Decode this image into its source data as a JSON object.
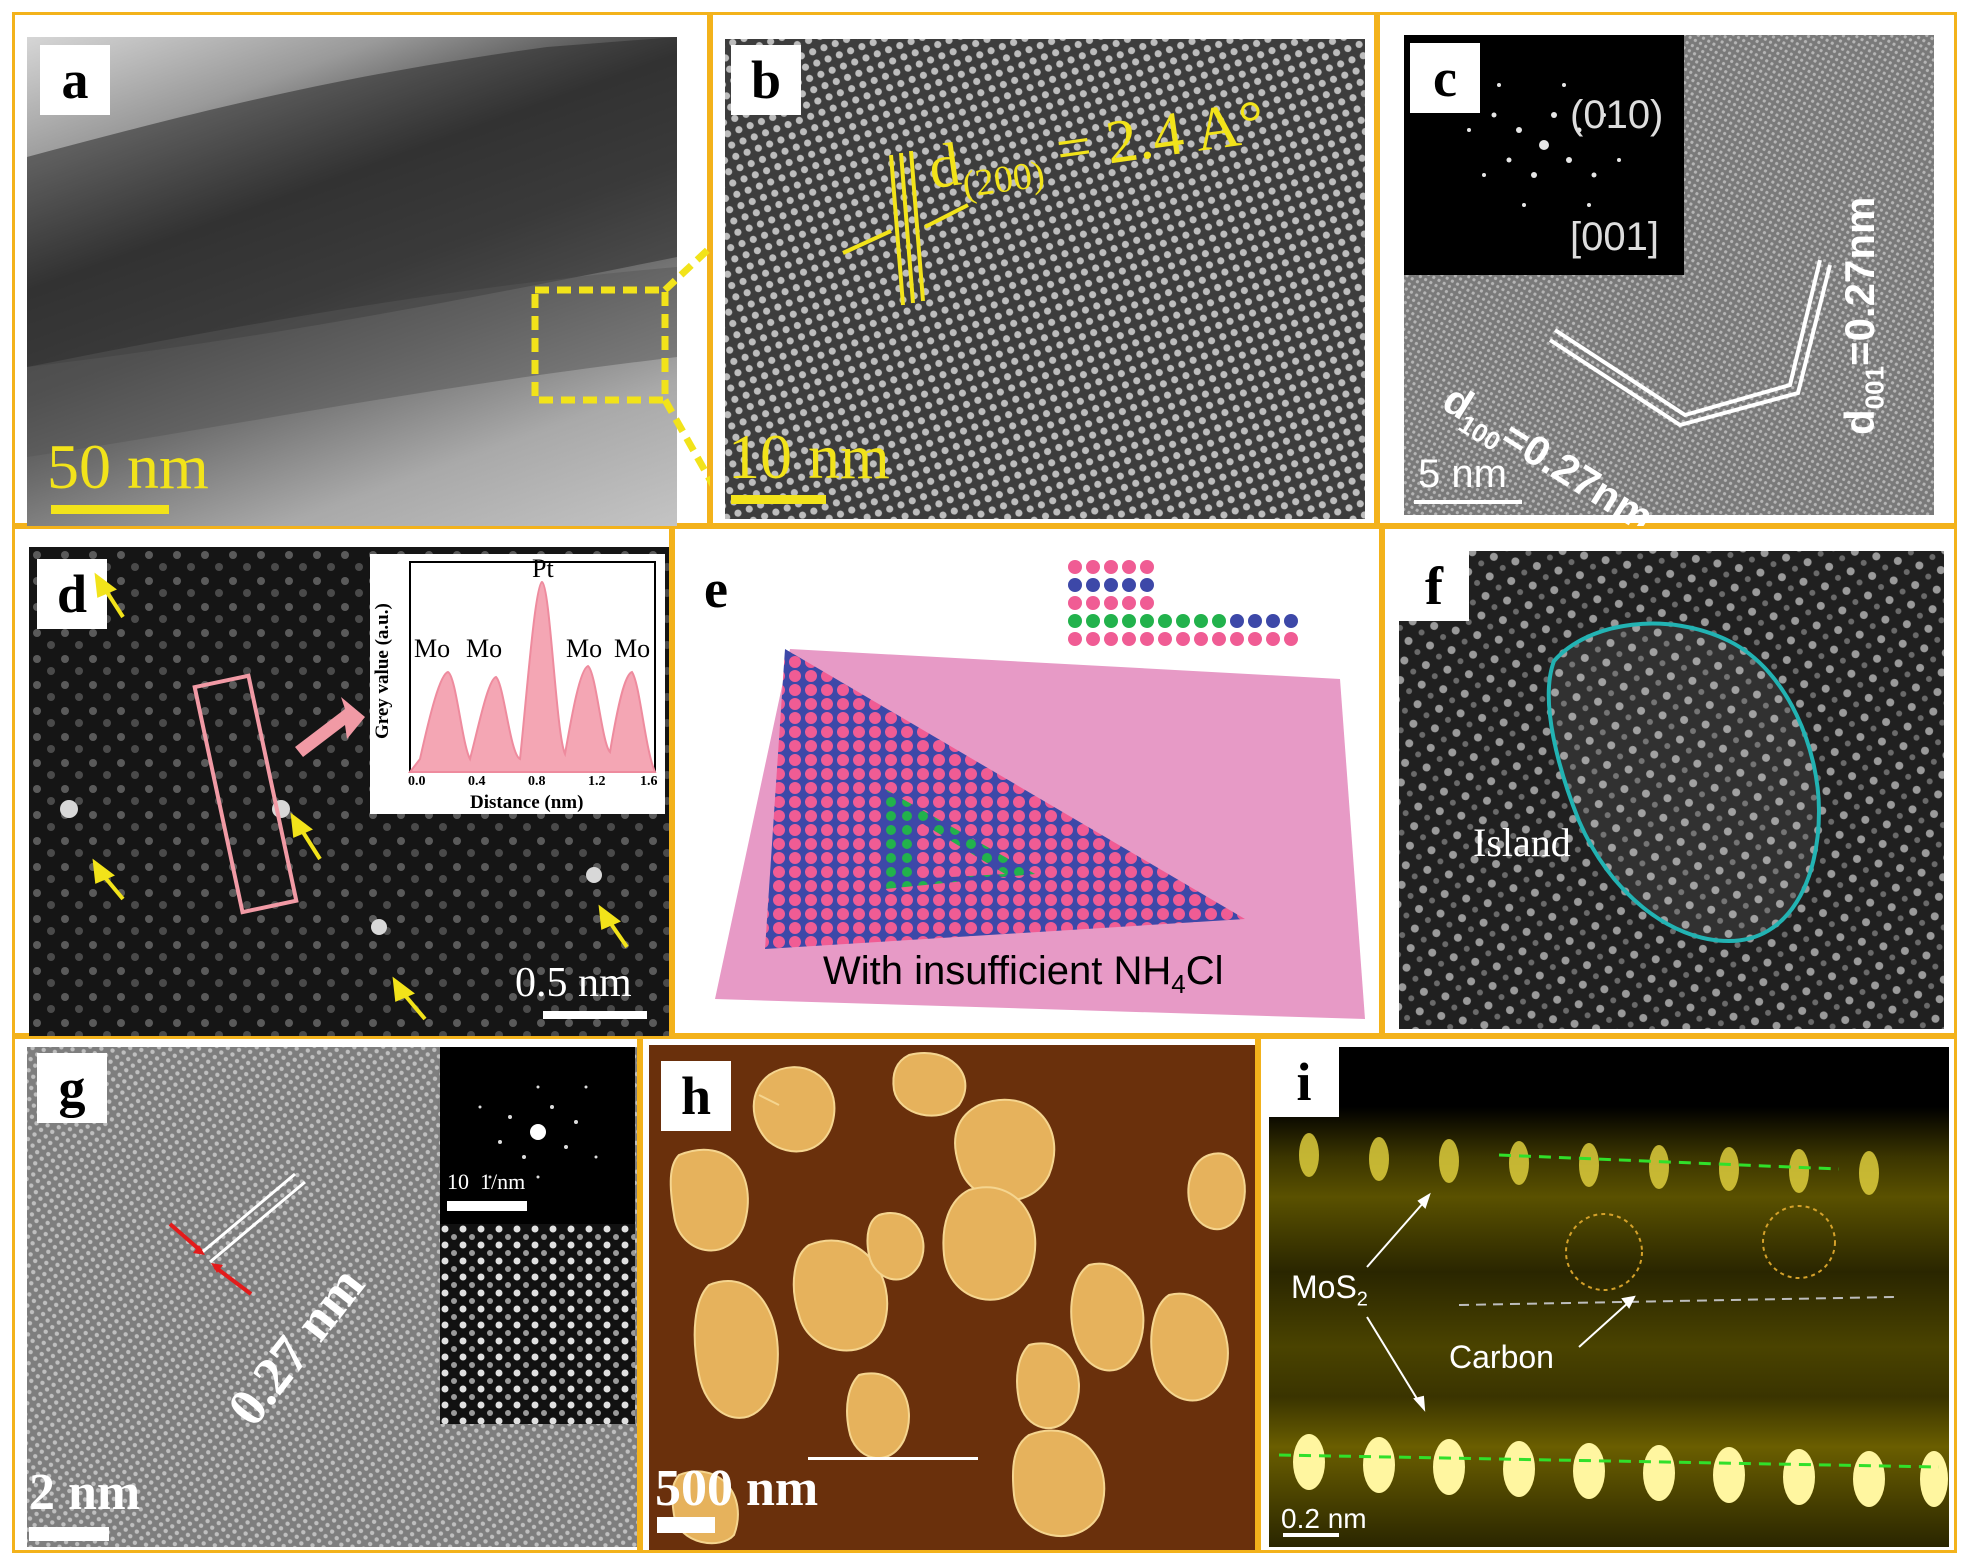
{
  "panels": {
    "a": {
      "letter": "a",
      "scale": "50 nm"
    },
    "b": {
      "letter": "b",
      "scale": "10 nm",
      "d_label": "d",
      "d_sub": "(200)",
      "d_value": " = 2.4 A°"
    },
    "c": {
      "letter": "c",
      "scale": "5 nm",
      "fft_1": "(010)",
      "fft_2": "[001]",
      "d100_d": "d",
      "d100_sub": "100",
      "d100_val": "=0.27nm",
      "d001_d": "d",
      "d001_sub": "001",
      "d001_val": "=0.27nm"
    },
    "d": {
      "letter": "d",
      "scale": "0.5 nm",
      "inset": {
        "ylabel": "Grey value (a.u.)",
        "xlabel": "Distance (nm)",
        "peaks": [
          "Mo",
          "Mo",
          "Pt",
          "Mo",
          "Mo"
        ],
        "ticks": [
          "0.0",
          "0.4",
          "0.8",
          "1.2",
          "1.6"
        ]
      }
    },
    "e": {
      "letter": "e",
      "caption": "With insufficient NH",
      "caption_sub": "4",
      "caption_tail": "Cl"
    },
    "f": {
      "letter": "f",
      "label": "Island"
    },
    "g": {
      "letter": "g",
      "scale": "2 nm",
      "spacing": "0.27 nm",
      "inset_scale": "10  1/nm"
    },
    "h": {
      "letter": "h",
      "scale": "500 nm"
    },
    "i": {
      "letter": "i",
      "scale": "0.2 nm",
      "mos2": "MoS",
      "mos2_sub": "2",
      "carbon": "Carbon"
    }
  },
  "colors": {
    "border": "#f3b21b",
    "annotation": "#f2e31a",
    "pink": "#f07aa6",
    "teal": "#22b3b3"
  }
}
